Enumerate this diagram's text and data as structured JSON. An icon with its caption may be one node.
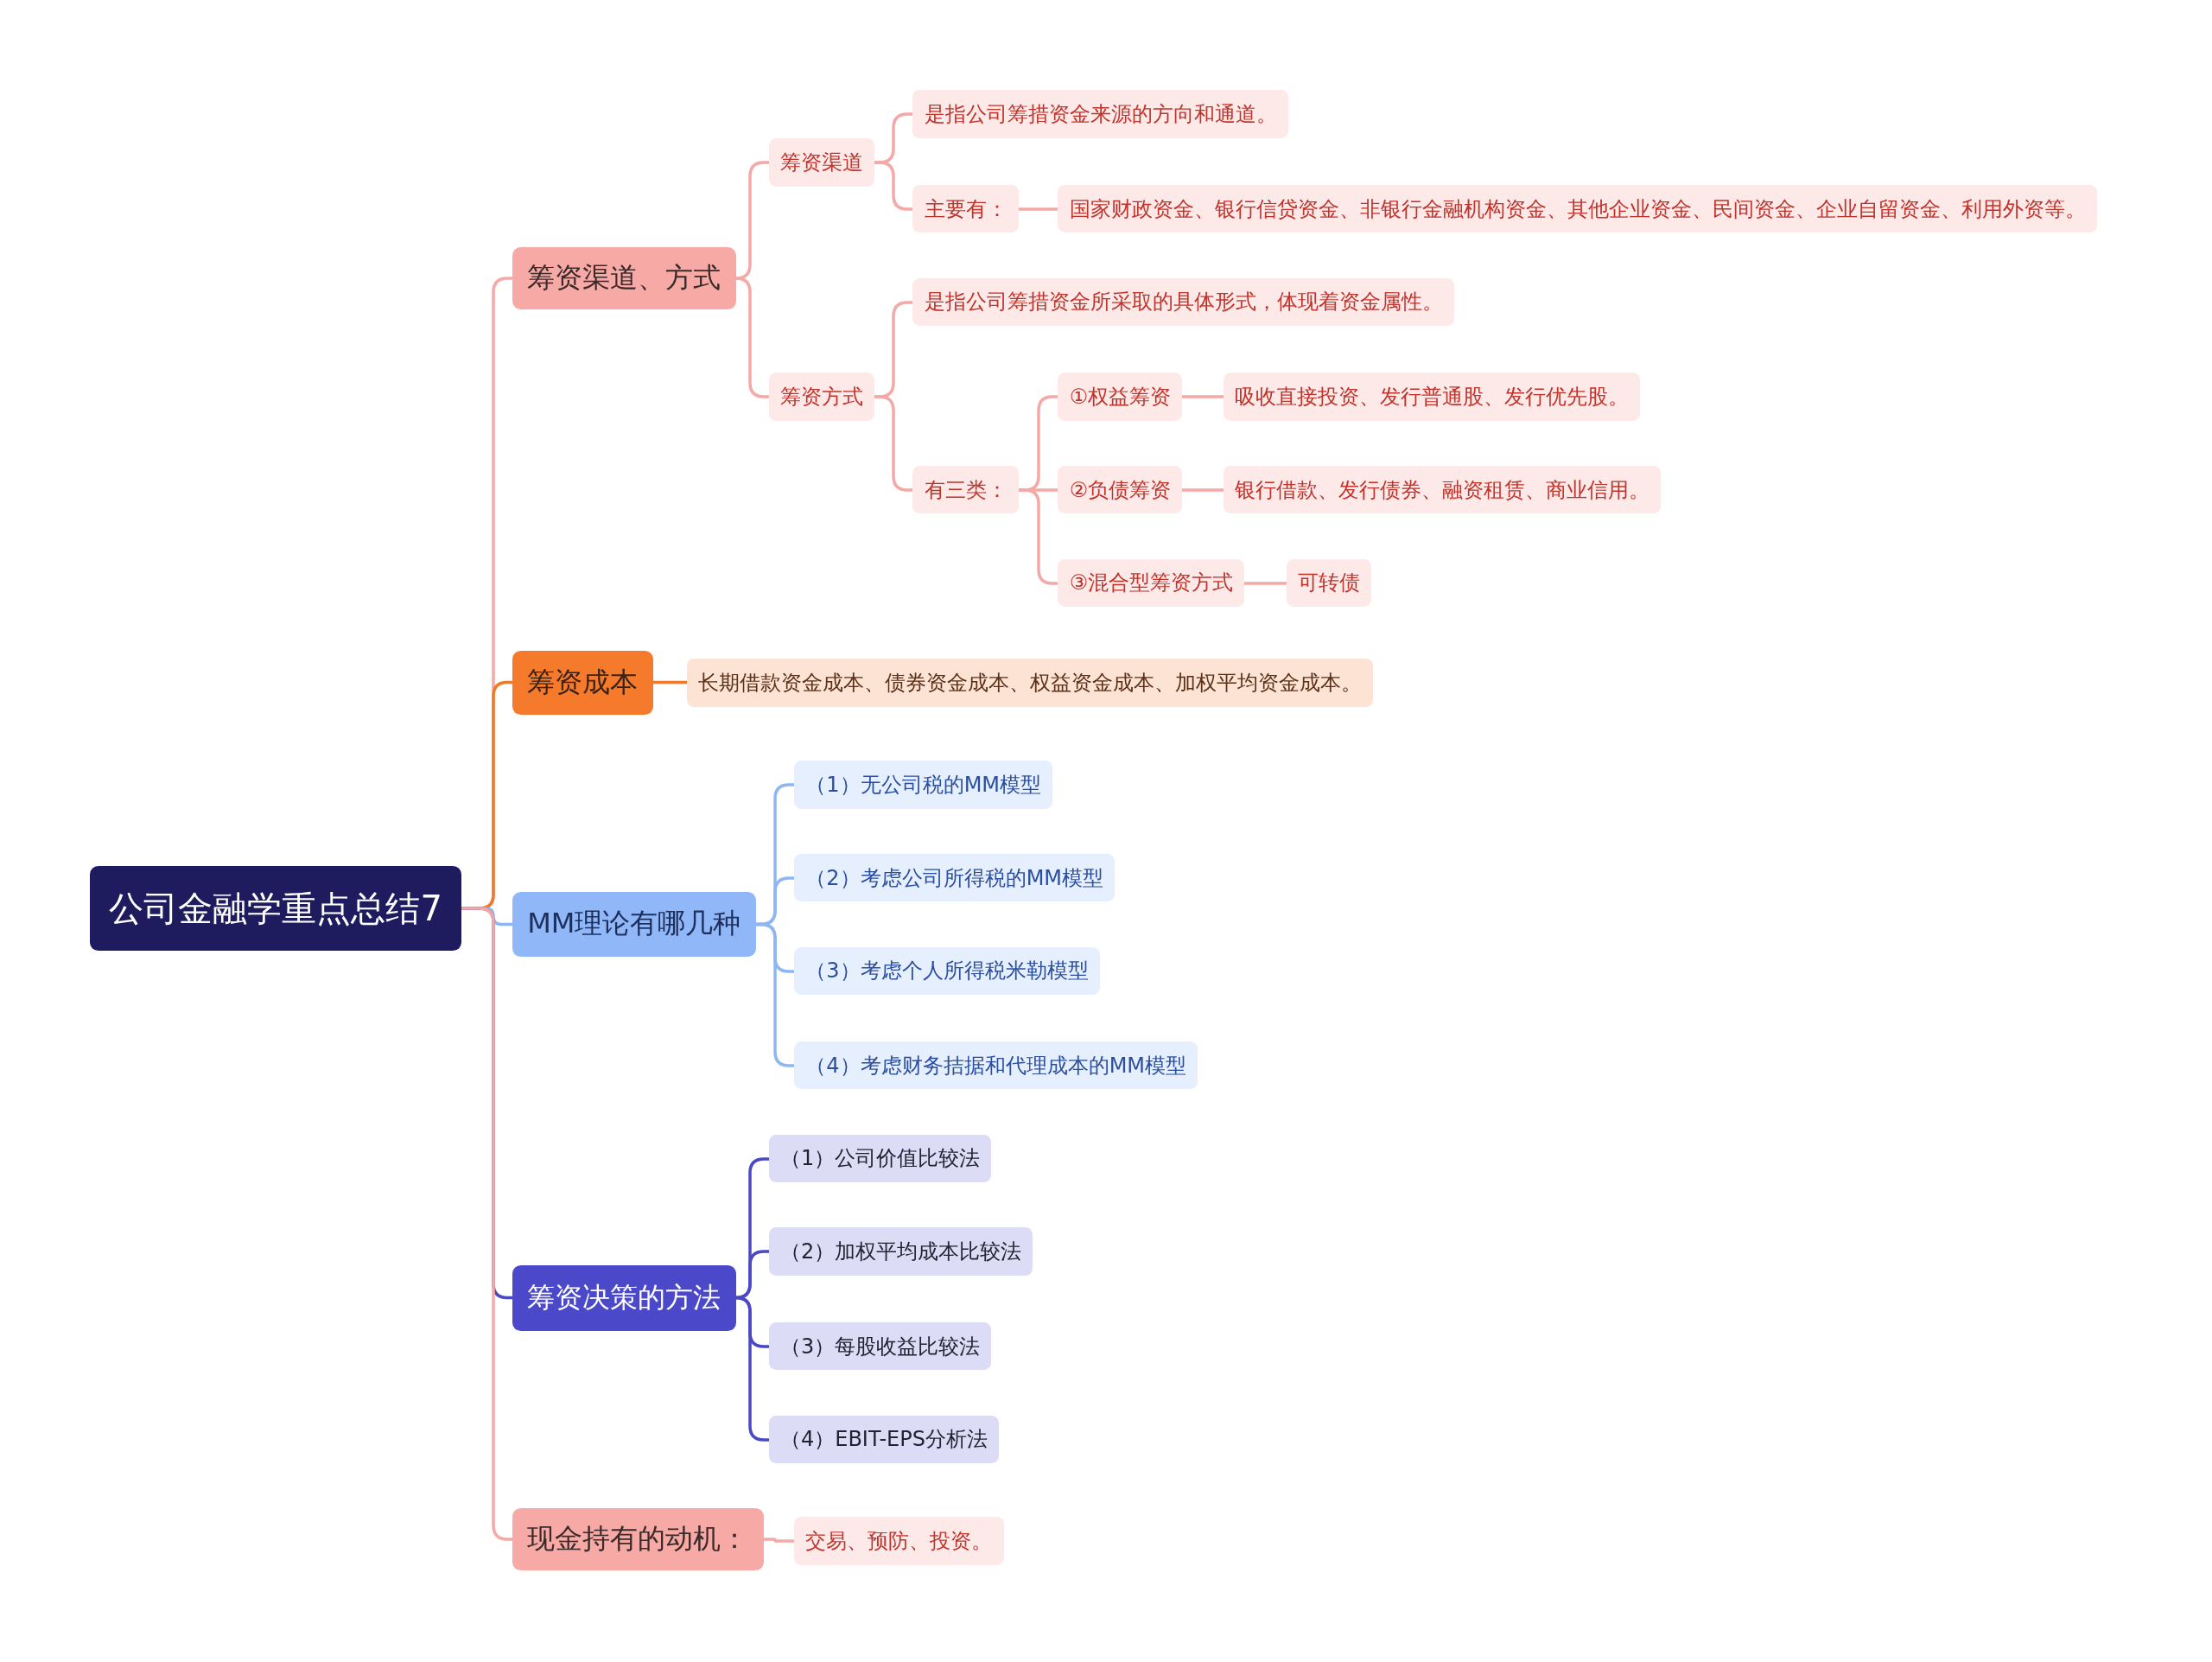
{
  "diagram": {
    "nodes": [
      {
        "text": [
          "公司金融学重点总结7"
        ]
      },
      {
        "text": [
          "筹资渠道、方式"
        ]
      },
      {
        "text": [
          "筹资渠道"
        ]
      },
      {
        "text": [
          "是指公司筹措资金来源的方向和通道。"
        ]
      },
      {
        "text": [
          "主要有："
        ]
      },
      {
        "text": [
          "国家财政资金、银行信贷资金、非银行金融机构资金、其他企业资金、民间资金、企业自留资金、利用外资等。"
        ]
      },
      {
        "text": [
          "筹资方式"
        ]
      },
      {
        "text": [
          "是指公司筹措资金所采取的具体形式，体现着资金属性。"
        ]
      },
      {
        "text": [
          "有三类："
        ]
      },
      {
        "text": [
          "①权益筹资"
        ]
      },
      {
        "text": [
          "吸收直接投资、发行普通股、发行优先股。"
        ]
      },
      {
        "text": [
          "②负债筹资"
        ]
      },
      {
        "text": [
          "银行借款、发行债券、融资租赁、商业信用。"
        ]
      },
      {
        "text": [
          "③混合型筹资方式"
        ]
      },
      {
        "text": [
          "可转债"
        ]
      },
      {
        "text": [
          "筹资成本"
        ]
      },
      {
        "text": [
          "长期借款资金成本、债券资金成本、权益资金成本、加权平均资金成本。"
        ]
      },
      {
        "text": [
          "MM理论有哪几种"
        ]
      },
      {
        "text": [
          "（1）无公司税的MM模型"
        ]
      },
      {
        "text": [
          "（2）考虑公司所得税的MM模型"
        ]
      },
      {
        "text": [
          "（3）考虑个人所得税米勒模型"
        ]
      },
      {
        "text": [
          "（4）考虑财务拮据和代理成本的MM模型"
        ]
      },
      {
        "text": [
          "筹资决策的方法"
        ]
      },
      {
        "text": [
          "（1）公司价值比较法"
        ]
      },
      {
        "text": [
          "（2）加权平均成本比较法"
        ]
      },
      {
        "text": [
          "（3）每股收益比较法"
        ]
      },
      {
        "text": [
          "（4）EBIT-EPS分析法"
        ]
      },
      {
        "text": [
          "现金持有的动机："
        ]
      },
      {
        "text": [
          "交易、预防、投资。"
        ]
      }
    ],
    "edges": [
      {
        "from": 0,
        "to": 1,
        "arrow": "none"
      },
      {
        "from": 1,
        "to": 2,
        "arrow": "none"
      },
      {
        "from": 2,
        "to": 3,
        "arrow": "none"
      },
      {
        "from": 2,
        "to": 4,
        "arrow": "none"
      },
      {
        "from": 4,
        "to": 5,
        "arrow": "none"
      },
      {
        "from": 1,
        "to": 6,
        "arrow": "none"
      },
      {
        "from": 6,
        "to": 7,
        "arrow": "none"
      },
      {
        "from": 6,
        "to": 8,
        "arrow": "none"
      },
      {
        "from": 8,
        "to": 9,
        "arrow": "none"
      },
      {
        "from": 9,
        "to": 10,
        "arrow": "none"
      },
      {
        "from": 8,
        "to": 11,
        "arrow": "none"
      },
      {
        "from": 11,
        "to": 12,
        "arrow": "none"
      },
      {
        "from": 8,
        "to": 13,
        "arrow": "none"
      },
      {
        "from": 13,
        "to": 14,
        "arrow": "none"
      },
      {
        "from": 0,
        "to": 15,
        "arrow": "none",
        "color": "#f07a2c"
      },
      {
        "from": 15,
        "to": 16,
        "arrow": "none",
        "color": "#f07a2c"
      },
      {
        "from": 0,
        "to": 17,
        "arrow": "none",
        "color": "#8db6f5"
      },
      {
        "from": 17,
        "to": 18,
        "arrow": "none",
        "color": "#8db6f5"
      },
      {
        "from": 17,
        "to": 19,
        "arrow": "none",
        "color": "#8db6f5"
      },
      {
        "from": 17,
        "to": 20,
        "arrow": "none",
        "color": "#8db6f5"
      },
      {
        "from": 17,
        "to": 21,
        "arrow": "none",
        "color": "#8db6f5"
      },
      {
        "from": 0,
        "to": 22,
        "arrow": "none",
        "color": "#4a48c4"
      },
      {
        "from": 22,
        "to": 23,
        "arrow": "none",
        "color": "#4a48c4"
      },
      {
        "from": 22,
        "to": 24,
        "arrow": "none",
        "color": "#4a48c4"
      },
      {
        "from": 22,
        "to": 25,
        "arrow": "none",
        "color": "#4a48c4"
      },
      {
        "from": 22,
        "to": 26,
        "arrow": "none",
        "color": "#4a48c4"
      },
      {
        "from": 0,
        "to": 27,
        "arrow": "none"
      },
      {
        "from": 27,
        "to": 28,
        "arrow": "none"
      }
    ]
  }
}
